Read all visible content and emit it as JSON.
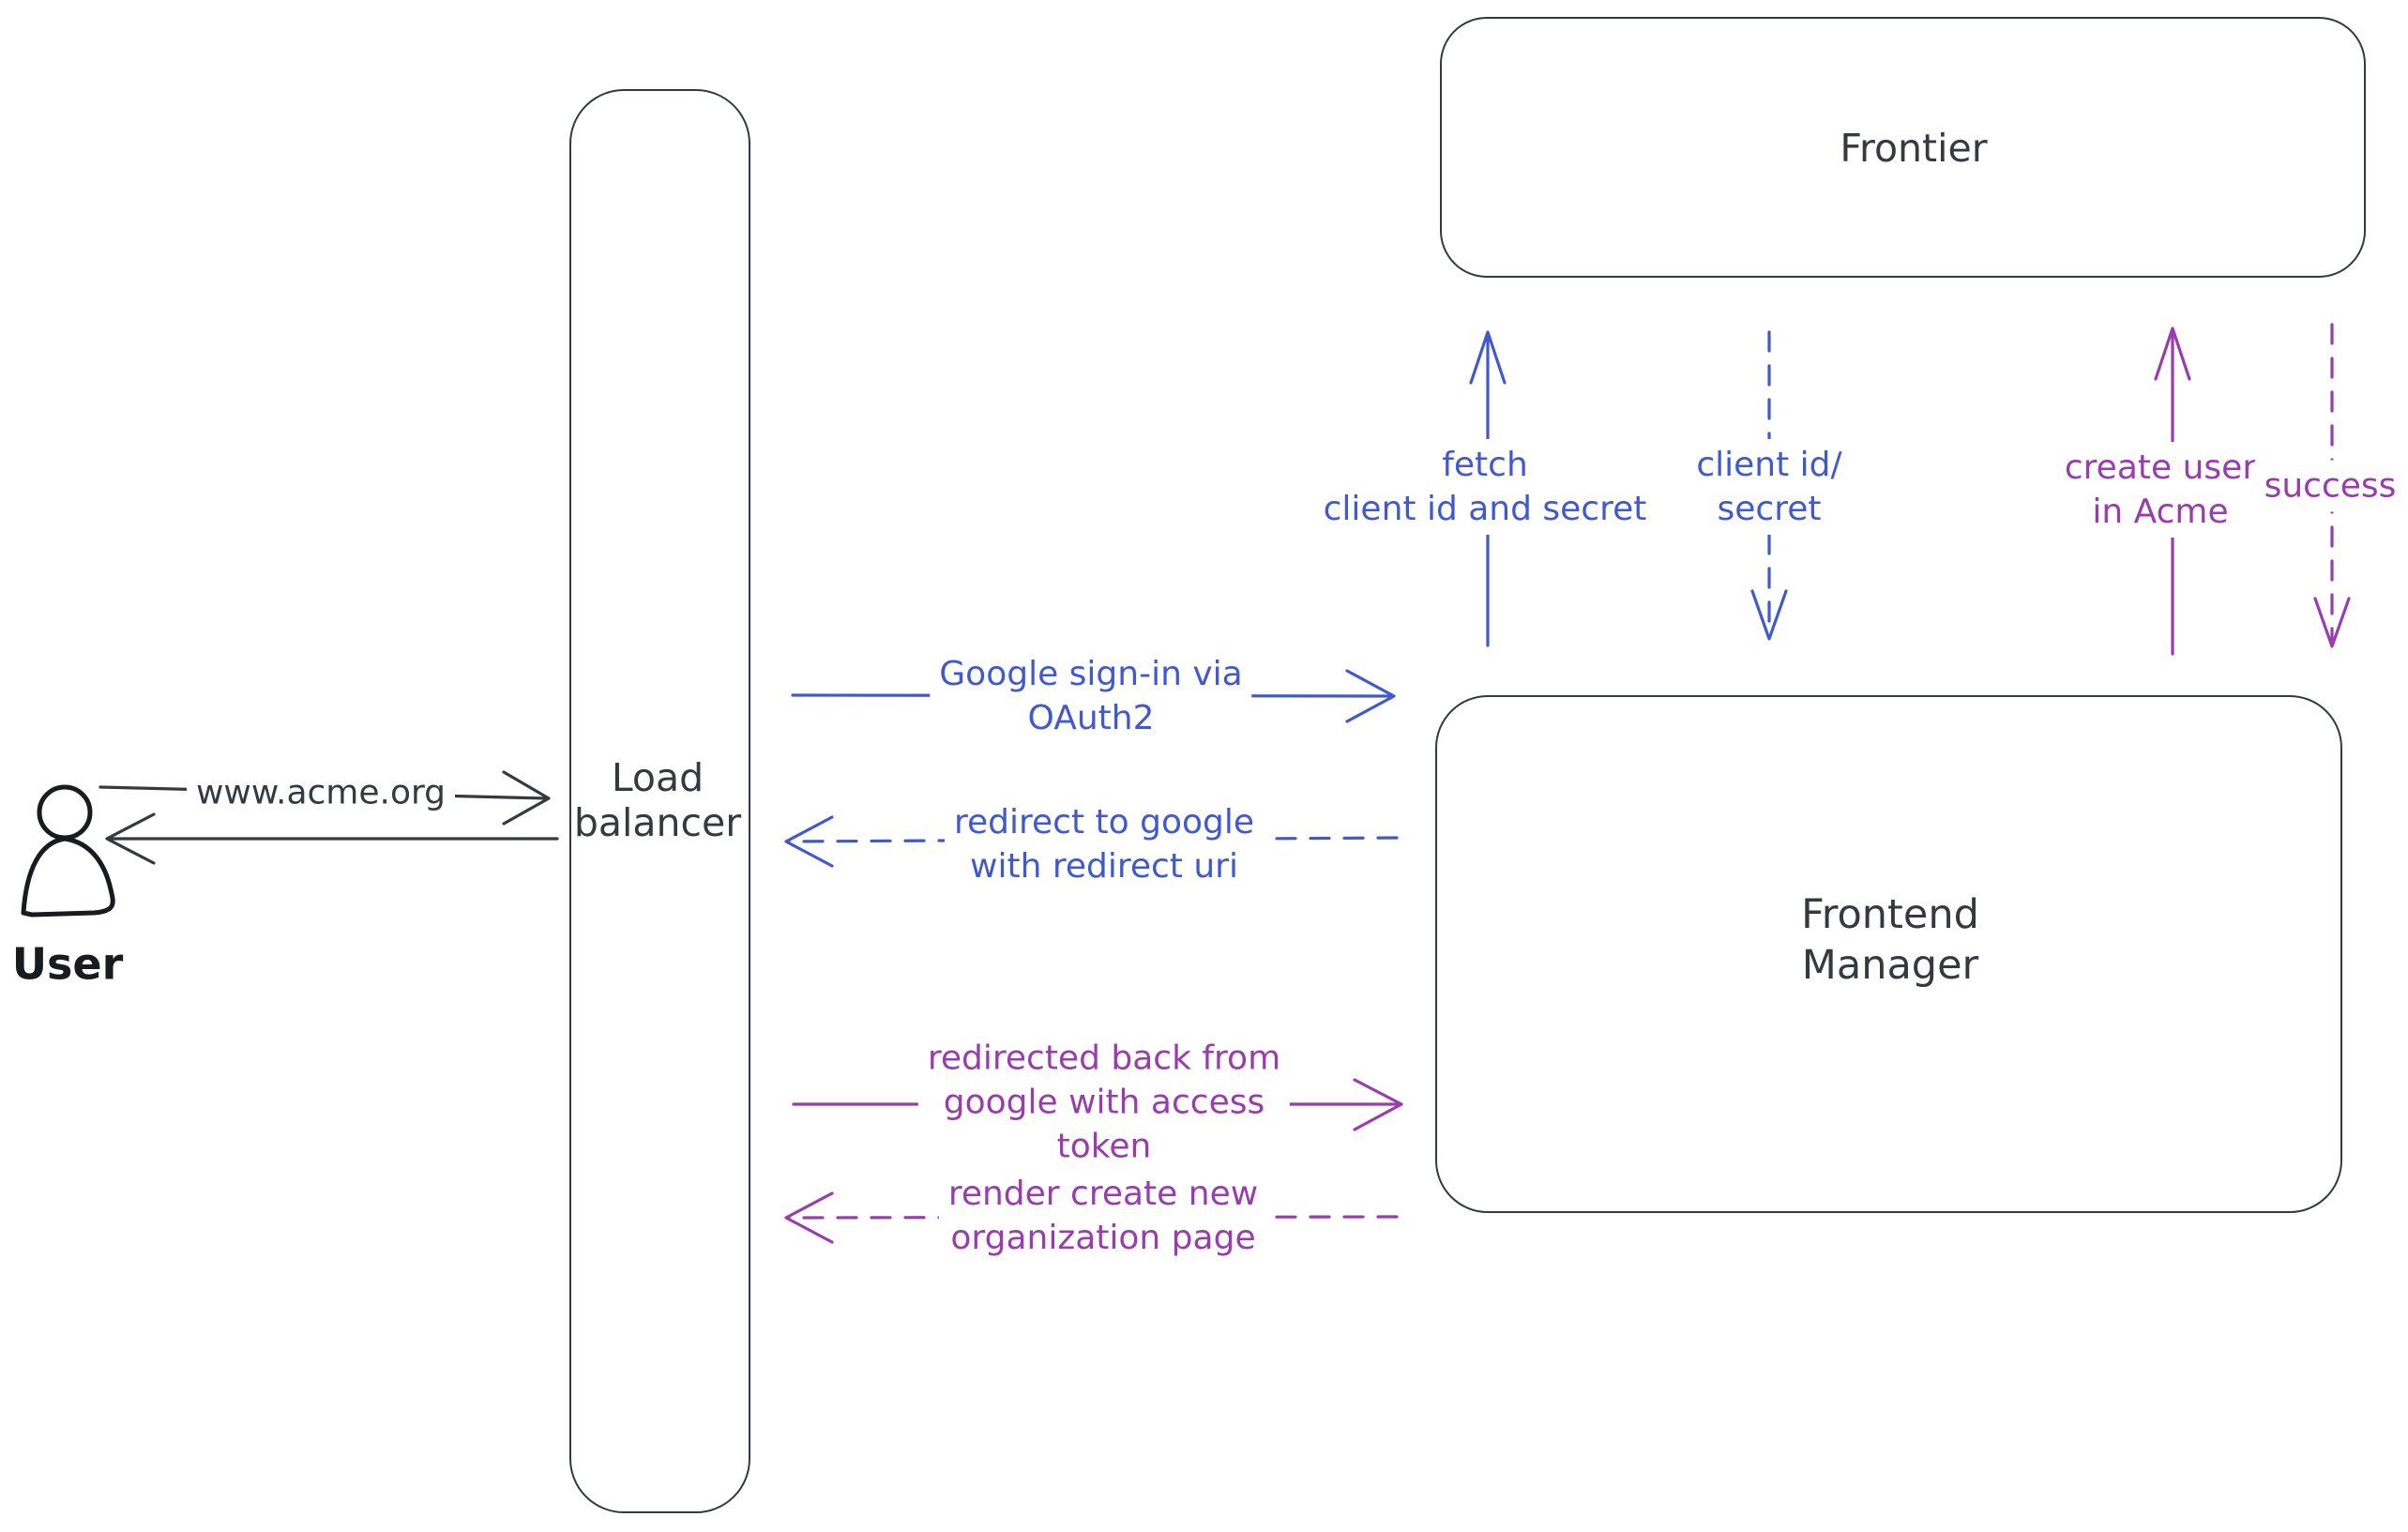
{
  "colors": {
    "background": "#ffffff",
    "dark": "#343a40",
    "figure": "#181c20",
    "blue": "#4159cf",
    "purple": "#993cae",
    "hatch": "#ccd5e0"
  },
  "nodes": {
    "user": {
      "label": "User",
      "shape": "person"
    },
    "load_balancer": {
      "line1": "Load",
      "line2": "balancer",
      "shape": "rectangle"
    },
    "frontier": {
      "label": "Frontier",
      "shape": "rectangle"
    },
    "frontend_manager": {
      "line1": "Frontend",
      "line2": "Manager",
      "shape": "rectangle"
    }
  },
  "edges": {
    "user_to_lb": {
      "from": "user",
      "to": "load_balancer",
      "label": "www.acme.org",
      "style": "solid",
      "direction": "right",
      "color": "dark"
    },
    "lb_to_user": {
      "from": "load_balancer",
      "to": "user",
      "style": "solid",
      "direction": "left",
      "color": "dark"
    },
    "lb_to_fm_signin": {
      "from": "load_balancer",
      "to": "frontend_manager",
      "line1": "Google sign-in via",
      "line2": "OAuth2",
      "style": "solid",
      "direction": "right",
      "color": "blue"
    },
    "fm_to_lb_redirect": {
      "from": "frontend_manager",
      "to": "load_balancer",
      "line1": "redirect to google",
      "line2": "with redirect uri",
      "style": "dashed",
      "direction": "left",
      "color": "blue"
    },
    "lb_to_fm_redirected": {
      "from": "load_balancer",
      "to": "frontend_manager",
      "line1": "redirected back from",
      "line2": "google with access",
      "line3": "token",
      "style": "solid",
      "direction": "right",
      "color": "purple"
    },
    "fm_to_lb_render": {
      "from": "frontend_manager",
      "to": "load_balancer",
      "line1": "render create new",
      "line2": "organization page",
      "style": "dashed",
      "direction": "left",
      "color": "purple"
    },
    "fm_to_frontier_fetch": {
      "from": "frontend_manager",
      "to": "frontier",
      "line1": "fetch",
      "line2": "client id and secret",
      "style": "solid",
      "direction": "up",
      "color": "blue"
    },
    "frontier_to_fm_client": {
      "from": "frontier",
      "to": "frontend_manager",
      "line1": "client id/",
      "line2": "secret",
      "style": "dashed",
      "direction": "down",
      "color": "blue"
    },
    "fm_to_frontier_create": {
      "from": "frontend_manager",
      "to": "frontier",
      "line1": "create user",
      "line2": "in Acme",
      "style": "solid",
      "direction": "up",
      "color": "purple"
    },
    "frontier_to_fm_success": {
      "from": "frontier",
      "to": "frontend_manager",
      "label": "success",
      "style": "dashed",
      "direction": "down",
      "color": "purple"
    }
  }
}
